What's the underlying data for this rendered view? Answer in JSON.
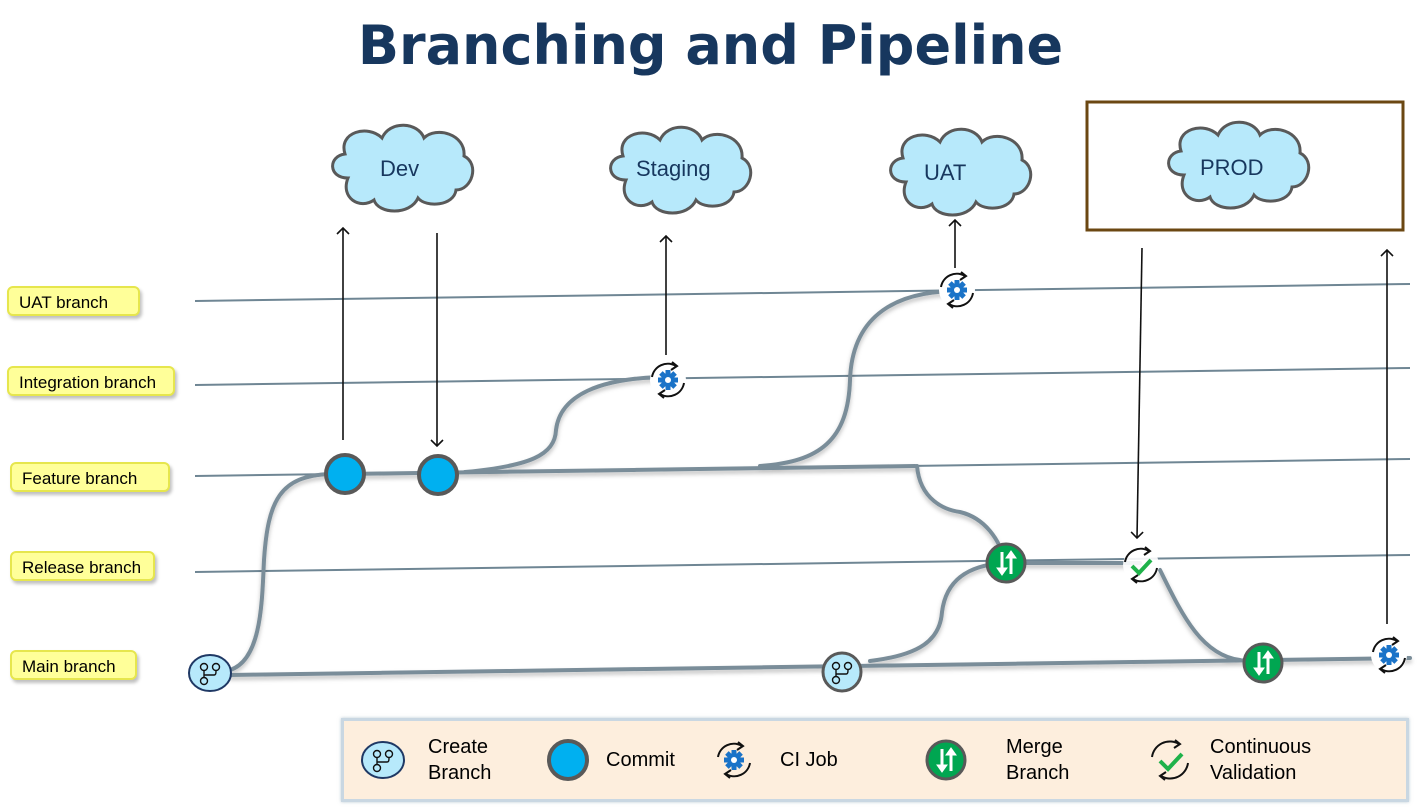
{
  "title": "Branching and Pipeline",
  "branches": [
    {
      "id": "uat",
      "label": "UAT branch"
    },
    {
      "id": "integration",
      "label": "Integration branch"
    },
    {
      "id": "feature",
      "label": "Feature branch"
    },
    {
      "id": "release",
      "label": "Release branch"
    },
    {
      "id": "main",
      "label": "Main branch"
    }
  ],
  "environments": [
    {
      "id": "dev",
      "label": "Dev"
    },
    {
      "id": "staging",
      "label": "Staging"
    },
    {
      "id": "uat",
      "label": "UAT"
    },
    {
      "id": "prod",
      "label": "PROD",
      "highlighted": true
    }
  ],
  "nodes": [
    {
      "type": "create-branch",
      "branch": "main",
      "order": 1
    },
    {
      "type": "commit",
      "branch": "feature",
      "order": 2,
      "deploys_to": "dev"
    },
    {
      "type": "commit",
      "branch": "feature",
      "order": 3,
      "receives_from": "dev"
    },
    {
      "type": "ci-job",
      "branch": "integration",
      "order": 4,
      "deploys_to": "staging"
    },
    {
      "type": "ci-job",
      "branch": "uat",
      "order": 5,
      "deploys_to": "uat"
    },
    {
      "type": "create-branch",
      "branch": "main",
      "order": 6
    },
    {
      "type": "merge-branch",
      "branch": "release",
      "order": 7
    },
    {
      "type": "continuous-validation",
      "branch": "release",
      "order": 8,
      "receives_from": "prod"
    },
    {
      "type": "merge-branch",
      "branch": "main",
      "order": 9
    },
    {
      "type": "ci-job",
      "branch": "main",
      "order": 10,
      "deploys_to": "prod"
    }
  ],
  "legend": [
    {
      "icon": "create-branch",
      "label_line1": "Create",
      "label_line2": "Branch"
    },
    {
      "icon": "commit",
      "label_line1": "Commit",
      "label_line2": ""
    },
    {
      "icon": "ci-job",
      "label_line1": "CI Job",
      "label_line2": ""
    },
    {
      "icon": "merge-branch",
      "label_line1": "Merge",
      "label_line2": "Branch"
    },
    {
      "icon": "continuous-validation",
      "label_line1": "Continuous",
      "label_line2": "Validation"
    }
  ],
  "colors": {
    "title": "#17375e",
    "branch_label_bg": "#ffff99",
    "cloud_fill": "#b7e9fb",
    "commit": "#00b0f0",
    "merge": "#00a651",
    "gear": "#1a73c8",
    "check": "#1fb24a",
    "path": "#7a8d99",
    "prod_box": "#6b4712",
    "legend_bg": "#fdeedd"
  }
}
